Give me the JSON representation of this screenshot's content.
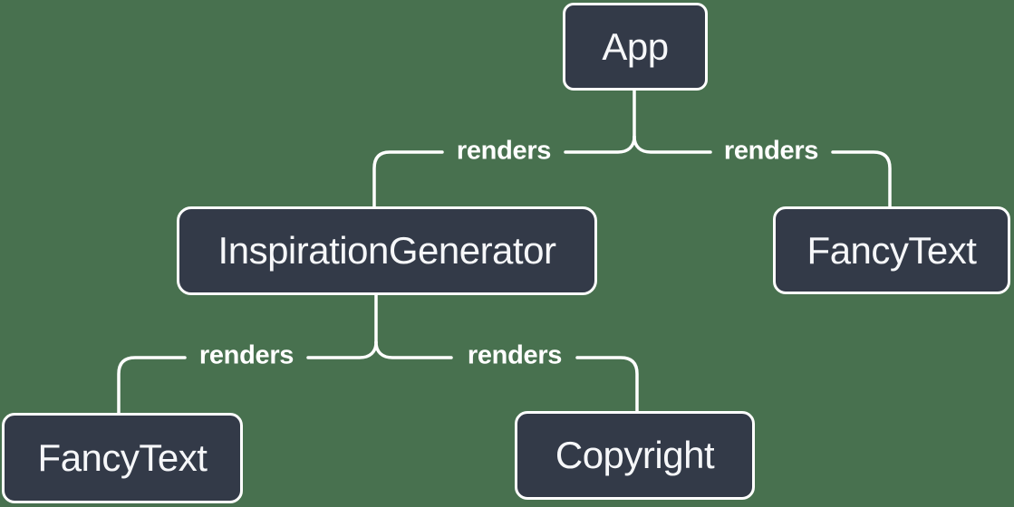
{
  "diagram": {
    "type": "tree",
    "colors": {
      "background": "#48714F",
      "node_fill": "#333A48",
      "node_border": "#FFFFFF",
      "node_text": "#F6F7F9",
      "line": "#FFFFFF"
    },
    "nodes": [
      {
        "id": "app",
        "label": "App"
      },
      {
        "id": "inspiration-generator",
        "label": "InspirationGenerator"
      },
      {
        "id": "fancy-text-top",
        "label": "FancyText"
      },
      {
        "id": "fancy-text-bottom",
        "label": "FancyText"
      },
      {
        "id": "copyright",
        "label": "Copyright"
      }
    ],
    "edges": [
      {
        "from": "App",
        "to": "InspirationGenerator",
        "label": "renders"
      },
      {
        "from": "App",
        "to": "FancyText",
        "label": "renders"
      },
      {
        "from": "InspirationGenerator",
        "to": "FancyText",
        "label": "renders"
      },
      {
        "from": "InspirationGenerator",
        "to": "Copyright",
        "label": "renders"
      }
    ]
  }
}
